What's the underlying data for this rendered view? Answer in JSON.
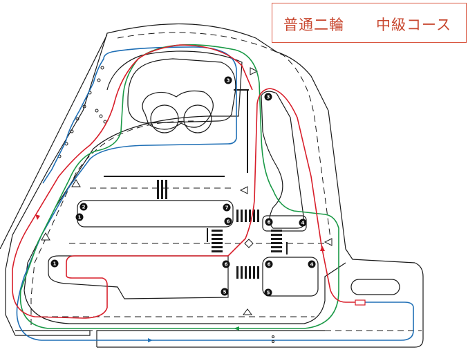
{
  "title": {
    "category": "普通二輪",
    "course": "中級コース"
  },
  "colors": {
    "red_route": "#d81e2a",
    "blue_route": "#1f6fb5",
    "green_route": "#1a9946",
    "outline": "#1a1a1a",
    "title_text": "#c8472f",
    "title_border": "#d9553f"
  },
  "markers": {
    "m1a": "1",
    "m1b": "1",
    "m2": "2",
    "m3a": "3",
    "m3b": "3",
    "m4a": "4",
    "m4b": "4",
    "m5a": "5",
    "m5b": "5",
    "m6a": "6",
    "m6b": "6",
    "m6c": "6",
    "m6d": "6",
    "m7": "7"
  }
}
